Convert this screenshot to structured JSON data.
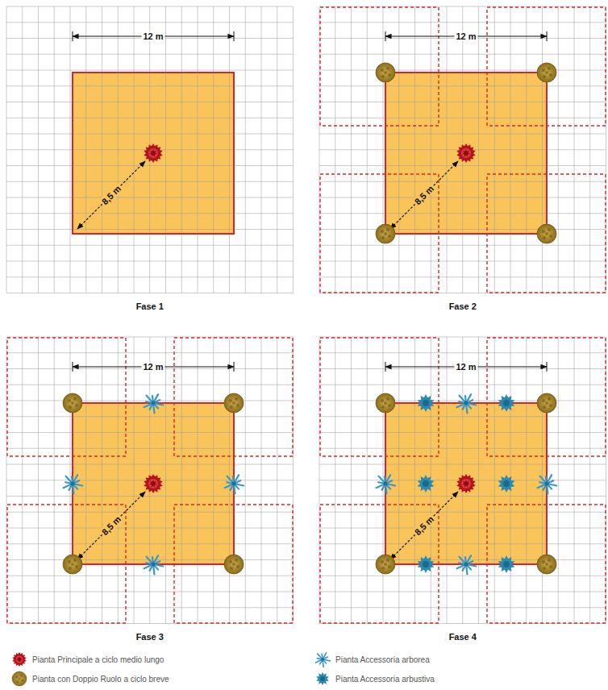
{
  "diagram": {
    "labels": [
      "12 m",
      "8,5 m",
      "Fase 1",
      "12 m",
      "8,5 m",
      "Fase 2",
      "12 m",
      "8,5 m",
      "Fase 3",
      "12 m",
      "8,5 m",
      "Fase 4"
    ],
    "legend": [
      {
        "text": "Pianta Principale a ciclo medio lungo"
      },
      {
        "text": "Pianta con Doppio Ruolo a ciclo breve"
      },
      {
        "text": "Pianta Accessoria arborea"
      },
      {
        "text": "Pianta Accessoria arbustiva"
      }
    ]
  }
}
